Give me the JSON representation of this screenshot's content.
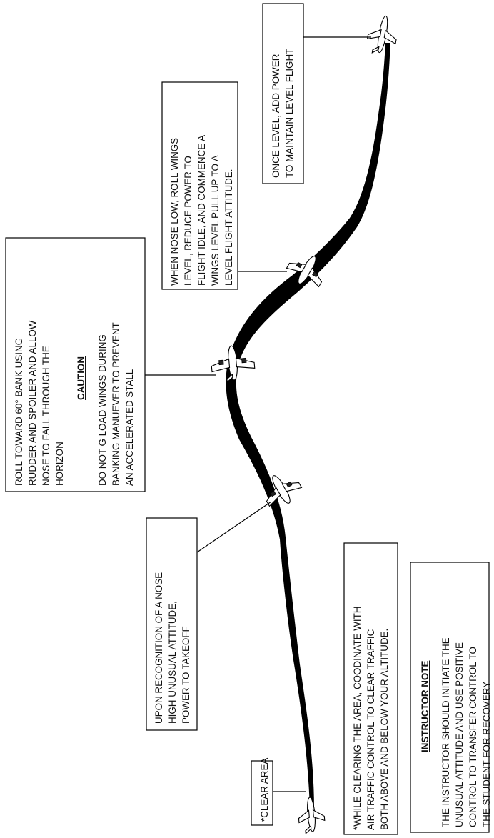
{
  "callouts": {
    "once_level": [
      "ONCE LEVEL, ADD POWER",
      "TO MAINTAIN LEVEL FLIGHT"
    ],
    "nose_low": [
      "WHEN NOSE LOW, ROLL WINGS",
      "LEVEL, REDUCE POWER TO",
      "FLIGHT IDLE, AND COMMENCE A",
      "WINGS LEVEL PULL UP TO A",
      "LEVEL FLIGHT ATTITUDE."
    ],
    "roll_toward": [
      "ROLL TOWARD 60° BANK USING",
      "RUDDER AND SPOILER AND ALLOW",
      "NOSE TO FALL THROUGH THE",
      "HORIZON"
    ],
    "caution_heading": "CAUTION",
    "caution_text": [
      "DO NOT G LOAD WINGS DURING",
      "BANKING MANUEVER TO PREVENT",
      "AN ACCELERATED STALL"
    ],
    "upon_recognition": [
      "UPON RECOGNITION OF A NOSE",
      "HIGH UNUSUAL ATTITUDE,",
      "POWER TO TAKEOFF"
    ],
    "clear_area": "*CLEAR AREA",
    "while_clearing": [
      "*WHILE CLEARING THE AREA, COODINATE WITH",
      "AIR TRAFFIC CONTROL TO CLEAR TRAFFIC",
      "BOTH ABOVE AND BELOW YOUR ALTITUDE."
    ],
    "instructor_heading": "INSTRUCTOR NOTE",
    "instructor_text": [
      "THE INSTRUCTOR SHOULD INITIATE THE",
      "UNUSUAL ATTITUDE AND USE POSITIVE",
      "CONTROL TO TRANSFER CONTROL TO",
      "THE STUDENT FOR RECOVERY"
    ]
  },
  "colors": {
    "ink": "#000000",
    "paper": "#ffffff"
  }
}
